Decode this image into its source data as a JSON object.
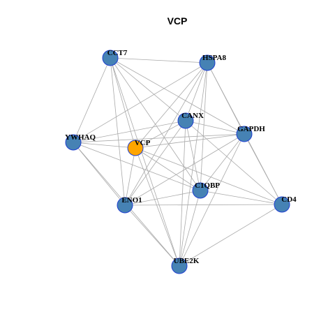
{
  "title": "VCP",
  "colors": {
    "node_fill": "#4682b4",
    "hub_fill": "#ffa500",
    "node_border": "#1f3fd1",
    "edge": "#a9a9a9"
  },
  "nodes": [
    {
      "id": "CCT7",
      "label": "CCT7",
      "hub": false
    },
    {
      "id": "HSPA8",
      "label": "HSPA8",
      "hub": false
    },
    {
      "id": "CANX",
      "label": "CANX",
      "hub": false
    },
    {
      "id": "GAPDH",
      "label": "GAPDH",
      "hub": false
    },
    {
      "id": "YWHAQ",
      "label": "YWHAQ",
      "hub": false
    },
    {
      "id": "VCP",
      "label": "VCP",
      "hub": true
    },
    {
      "id": "C1QBP",
      "label": "C1QBP",
      "hub": false
    },
    {
      "id": "ENO1",
      "label": "ENO1",
      "hub": false
    },
    {
      "id": "CD4",
      "label": "CD4",
      "hub": false
    },
    {
      "id": "UBE2K",
      "label": "UBE2K",
      "hub": false
    }
  ],
  "edges": [
    [
      "CCT7",
      "HSPA8"
    ],
    [
      "CCT7",
      "YWHAQ"
    ],
    [
      "CCT7",
      "VCP"
    ],
    [
      "CCT7",
      "ENO1"
    ],
    [
      "CCT7",
      "C1QBP"
    ],
    [
      "CCT7",
      "GAPDH"
    ],
    [
      "CCT7",
      "CANX"
    ],
    [
      "CCT7",
      "UBE2K"
    ],
    [
      "HSPA8",
      "CANX"
    ],
    [
      "HSPA8",
      "GAPDH"
    ],
    [
      "HSPA8",
      "VCP"
    ],
    [
      "HSPA8",
      "YWHAQ"
    ],
    [
      "HSPA8",
      "C1QBP"
    ],
    [
      "HSPA8",
      "ENO1"
    ],
    [
      "HSPA8",
      "UBE2K"
    ],
    [
      "HSPA8",
      "CD4"
    ],
    [
      "CANX",
      "GAPDH"
    ],
    [
      "CANX",
      "YWHAQ"
    ],
    [
      "CANX",
      "C1QBP"
    ],
    [
      "CANX",
      "ENO1"
    ],
    [
      "CANX",
      "UBE2K"
    ],
    [
      "CANX",
      "CD4"
    ],
    [
      "CANX",
      "VCP"
    ],
    [
      "GAPDH",
      "YWHAQ"
    ],
    [
      "GAPDH",
      "VCP"
    ],
    [
      "GAPDH",
      "ENO1"
    ],
    [
      "GAPDH",
      "C1QBP"
    ],
    [
      "GAPDH",
      "CD4"
    ],
    [
      "GAPDH",
      "UBE2K"
    ],
    [
      "YWHAQ",
      "VCP"
    ],
    [
      "YWHAQ",
      "ENO1"
    ],
    [
      "YWHAQ",
      "UBE2K"
    ],
    [
      "YWHAQ",
      "C1QBP"
    ],
    [
      "VCP",
      "C1QBP"
    ],
    [
      "VCP",
      "ENO1"
    ],
    [
      "VCP",
      "UBE2K"
    ],
    [
      "VCP",
      "CD4"
    ],
    [
      "C1QBP",
      "ENO1"
    ],
    [
      "C1QBP",
      "UBE2K"
    ],
    [
      "C1QBP",
      "CD4"
    ],
    [
      "ENO1",
      "UBE2K"
    ],
    [
      "ENO1",
      "CD4"
    ],
    [
      "CD4",
      "UBE2K"
    ]
  ]
}
